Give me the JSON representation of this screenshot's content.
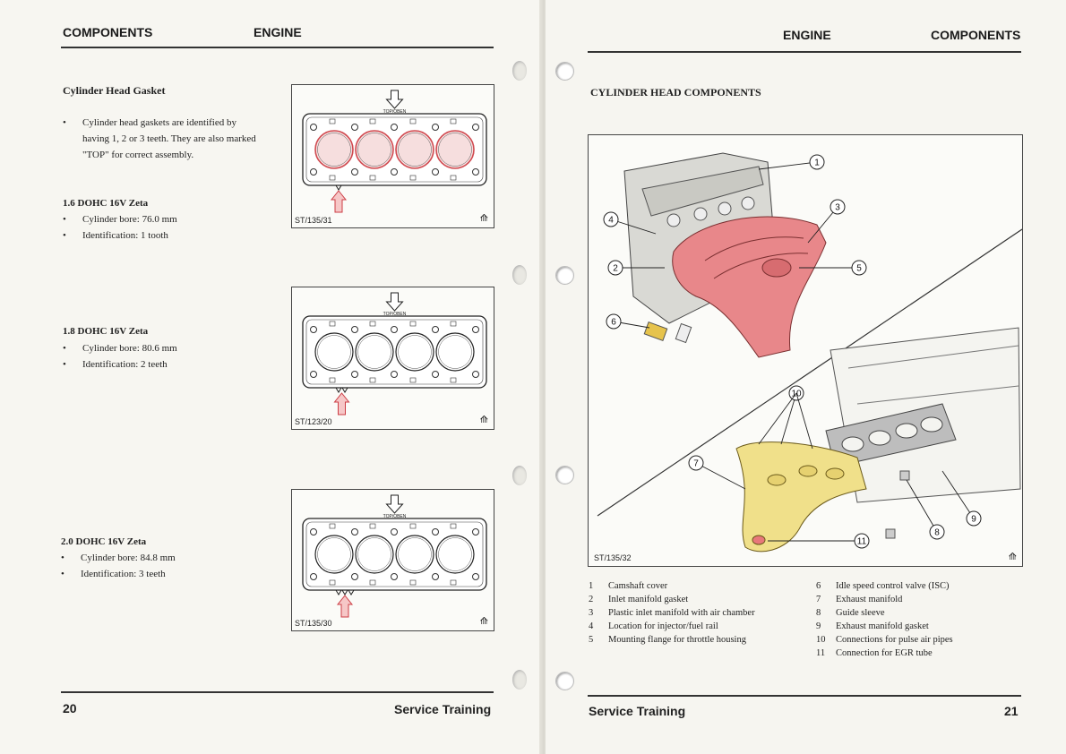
{
  "left_page": {
    "header_left": "COMPONENTS",
    "header_right": "ENGINE",
    "section_title": "Cylinder Head Gasket",
    "intro_bullet": "Cylinder head gaskets are identified by having 1, 2 or 3 teeth. They are also marked \"TOP\" for correct assembly.",
    "intro_bullet_lines": [
      "Cylinder head gaskets are identified by",
      "having 1, 2 or 3 teeth. They are also marked",
      "\"TOP\" for correct assembly."
    ],
    "variants": [
      {
        "title": "1.6 DOHC 16V Zeta",
        "bore": "Cylinder bore: 76.0 mm",
        "id": "Identification: 1 tooth",
        "fig_code": "ST/135/31",
        "teeth": 1
      },
      {
        "title": "1.8 DOHC 16V Zeta",
        "bore": "Cylinder bore: 80.6 mm",
        "id": "Identification: 2 teeth",
        "fig_code": "ST/123/20",
        "teeth": 2
      },
      {
        "title": "2.0 DOHC 16V Zeta",
        "bore": "Cylinder bore: 84.8 mm",
        "id": "Identification: 3 teeth",
        "fig_code": "ST/135/30",
        "teeth": 3
      }
    ],
    "gasket_top_label": "TOP/OBEN",
    "page_number": "20",
    "footer": "Service Training"
  },
  "right_page": {
    "header_left": "ENGINE",
    "header_right": "COMPONENTS",
    "section_title": "CYLINDER HEAD COMPONENTS",
    "fig_code": "ST/135/32",
    "callouts": [
      "1",
      "2",
      "3",
      "4",
      "5",
      "6",
      "7",
      "8",
      "9",
      "10",
      "11"
    ],
    "legend_left": [
      {
        "n": "1",
        "text": "Camshaft cover"
      },
      {
        "n": "2",
        "text": "Inlet manifold gasket"
      },
      {
        "n": "3",
        "text": "Plastic inlet manifold with air chamber"
      },
      {
        "n": "4",
        "text": "Location for injector/fuel rail"
      },
      {
        "n": "5",
        "text": "Mounting flange for throttle housing"
      }
    ],
    "legend_right": [
      {
        "n": "6",
        "text": "Idle speed control valve (ISC)"
      },
      {
        "n": "7",
        "text": "Exhaust manifold"
      },
      {
        "n": "8",
        "text": "Guide sleeve"
      },
      {
        "n": "9",
        "text": "Exhaust manifold gasket"
      },
      {
        "n": "10",
        "text": "Connections for pulse air pipes"
      },
      {
        "n": "11",
        "text": "Connection for EGR tube"
      }
    ],
    "page_number": "21",
    "footer": "Service Training"
  },
  "colors": {
    "highlight_red": "#e8787a",
    "highlight_yellow": "#f0e08a",
    "ink": "#222222"
  }
}
